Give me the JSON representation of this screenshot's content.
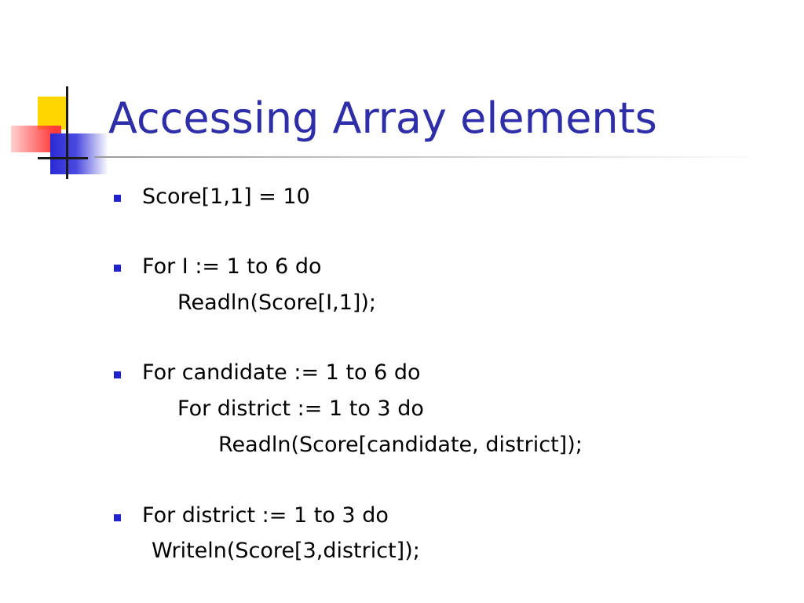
{
  "title": "Accessing Array elements",
  "colors": {
    "title": "#2e2ea8",
    "bullet": "#2222cc",
    "logo_yellow": "#ffd700",
    "logo_red": "#ff3b3b",
    "logo_blue": "#2b2bd6"
  },
  "bullets": [
    {
      "lines": [
        "Score[1,1] = 10"
      ]
    },
    {
      "lines": [
        "For I := 1 to 6 do",
        "Readln(Score[I,1]);"
      ]
    },
    {
      "lines": [
        "For candidate := 1 to 6 do",
        "For district := 1 to 3 do",
        "Readln(Score[candidate, district]);"
      ]
    },
    {
      "lines": [
        "For district := 1 to 3 do",
        "Writeln(Score[3,district]);"
      ]
    }
  ]
}
